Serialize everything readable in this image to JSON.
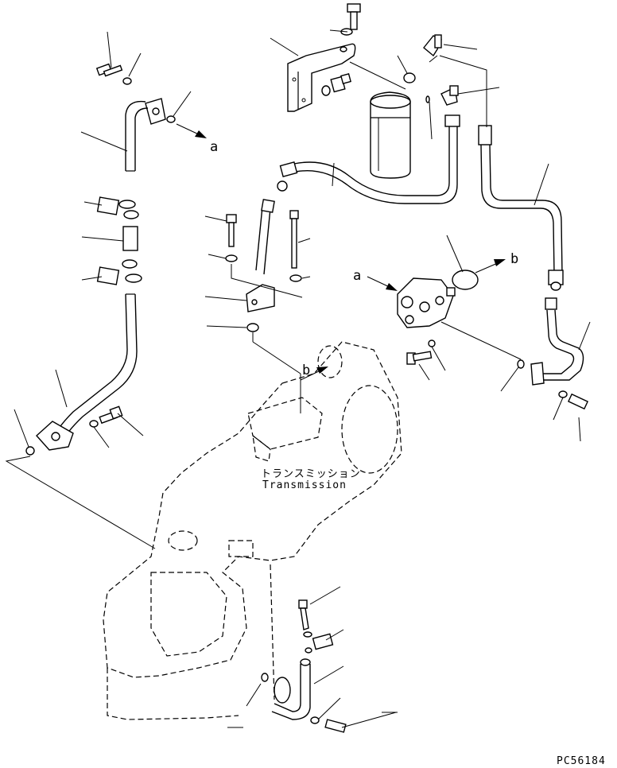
{
  "diagram": {
    "figure_number": "PC56184",
    "component_label_jp": "トランスミッション",
    "component_label_en": "Transmission",
    "ref_markers": [
      "a",
      "b"
    ]
  }
}
